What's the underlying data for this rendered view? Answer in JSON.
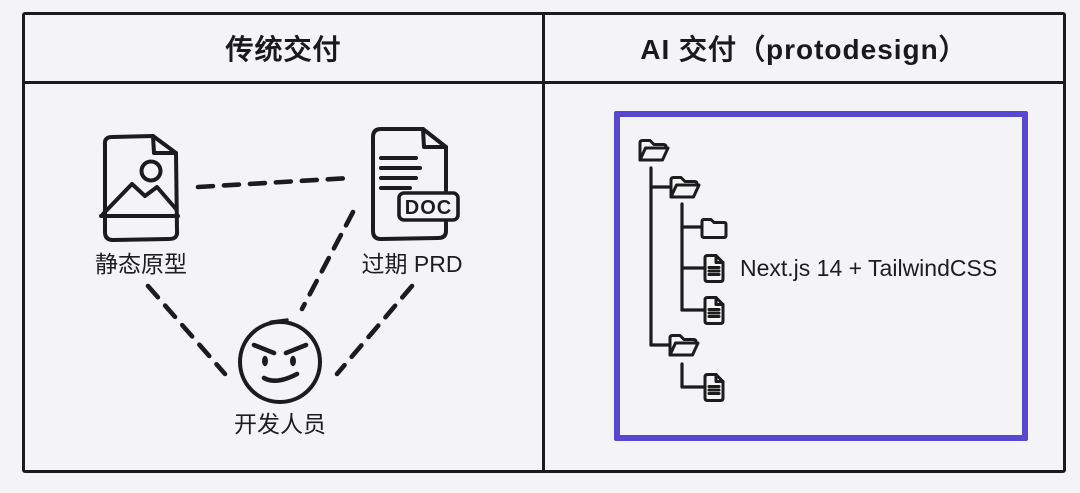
{
  "colors": {
    "background": "#f4f4f6",
    "border_black": "#1b1b1b",
    "ink": "#1d1d1f",
    "accent_purple": "#5847d0"
  },
  "headers": {
    "traditional": "传统交付",
    "ai": "AI 交付（protodesign）"
  },
  "traditional_panel": {
    "prototype_label": "静态原型",
    "prd_label": "过期 PRD",
    "doc_badge": "DOC",
    "developer_label": "开发人员",
    "connections": [
      {
        "from": "静态原型",
        "to": "过期 PRD",
        "style": "dashed"
      },
      {
        "from": "过期 PRD",
        "to": "开发人员",
        "style": "dashed"
      },
      {
        "from": "静态原型",
        "to": "开发人员",
        "style": "dashed"
      },
      {
        "from": "过期 PRD",
        "to": "开发人员",
        "style": "dashed"
      }
    ]
  },
  "ai_panel": {
    "file_note": "Next.js 14 + TailwindCSS",
    "tree": [
      {
        "type": "folder-open",
        "level": 0
      },
      {
        "type": "folder-open",
        "level": 1
      },
      {
        "type": "folder-closed",
        "level": 2
      },
      {
        "type": "file",
        "level": 2,
        "note": "Next.js 14 + TailwindCSS"
      },
      {
        "type": "file",
        "level": 2
      },
      {
        "type": "folder-open",
        "level": 1
      },
      {
        "type": "file",
        "level": 2
      }
    ]
  }
}
